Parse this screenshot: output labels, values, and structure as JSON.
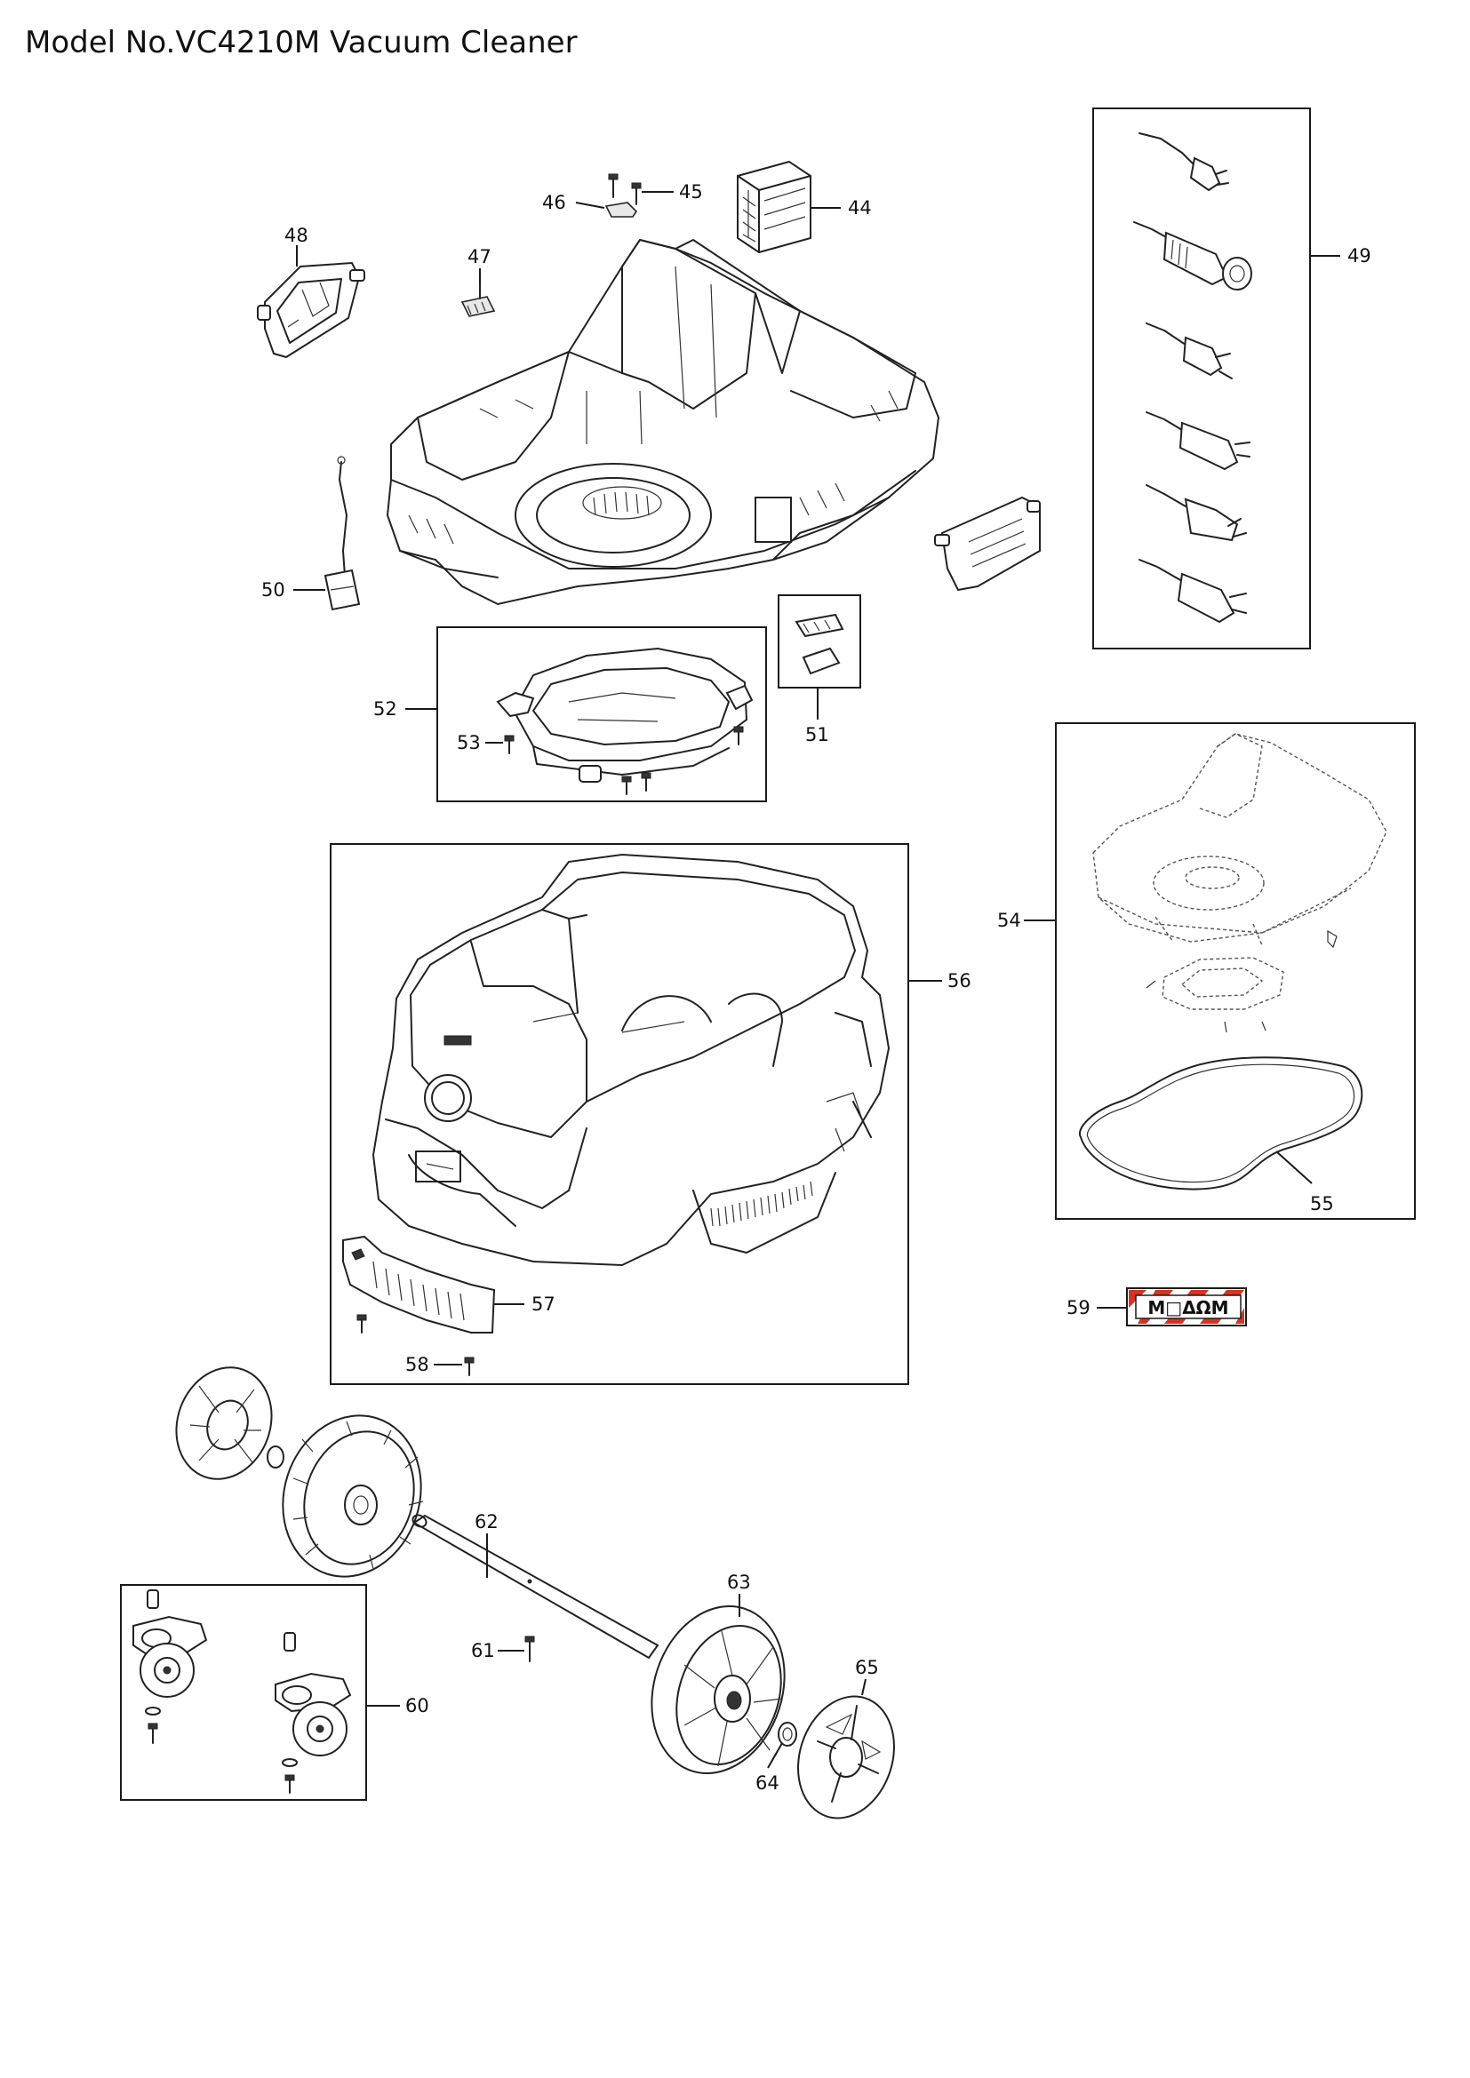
{
  "header": {
    "title": "Model No.VC4210M Vacuum Cleaner"
  },
  "colors": {
    "line": "#1a1a1a",
    "label_stripe_red": "#d8331f",
    "label_bg": "#ffffff"
  },
  "parts": {
    "p44": "44",
    "p45": "45",
    "p46": "46",
    "p47": "47",
    "p48": "48",
    "p49": "49",
    "p50": "50",
    "p51": "51",
    "p52": "52",
    "p53": "53",
    "p54": "54",
    "p55": "55",
    "p56": "56",
    "p57": "57",
    "p58": "58",
    "p59": "59",
    "p60": "60",
    "p61": "61",
    "p62": "62",
    "p63": "63",
    "p64": "64",
    "p65": "65"
  },
  "label_plate": {
    "text": "M□ΔΩM"
  }
}
